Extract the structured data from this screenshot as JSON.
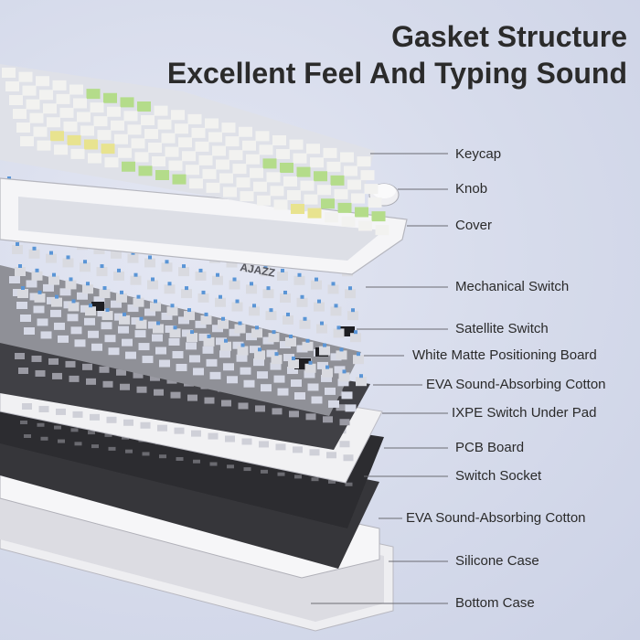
{
  "heading": {
    "line1": "Gasket Structure",
    "line2": "Excellent Feel And Typing Sound"
  },
  "brand_mark": "AJAZZ",
  "labels": [
    "Keycap",
    "Knob",
    "Cover",
    "Mechanical Switch",
    "Satellite Switch",
    "White Matte Positioning Board",
    "EVA Sound-Absorbing Cotton",
    "IXPE Switch Under Pad",
    "PCB Board",
    "Switch Socket",
    "EVA Sound-Absorbing Cotton",
    "Silicone Case",
    "Bottom Case"
  ],
  "colors": {
    "keycap_white": "#f2f2f0",
    "keycap_yellow": "#e8e38f",
    "keycap_green": "#b4dc8a",
    "switch_blue": "#5a95d6",
    "plate_dark": "#3b3b3f",
    "cover_white": "#f4f4f6"
  }
}
